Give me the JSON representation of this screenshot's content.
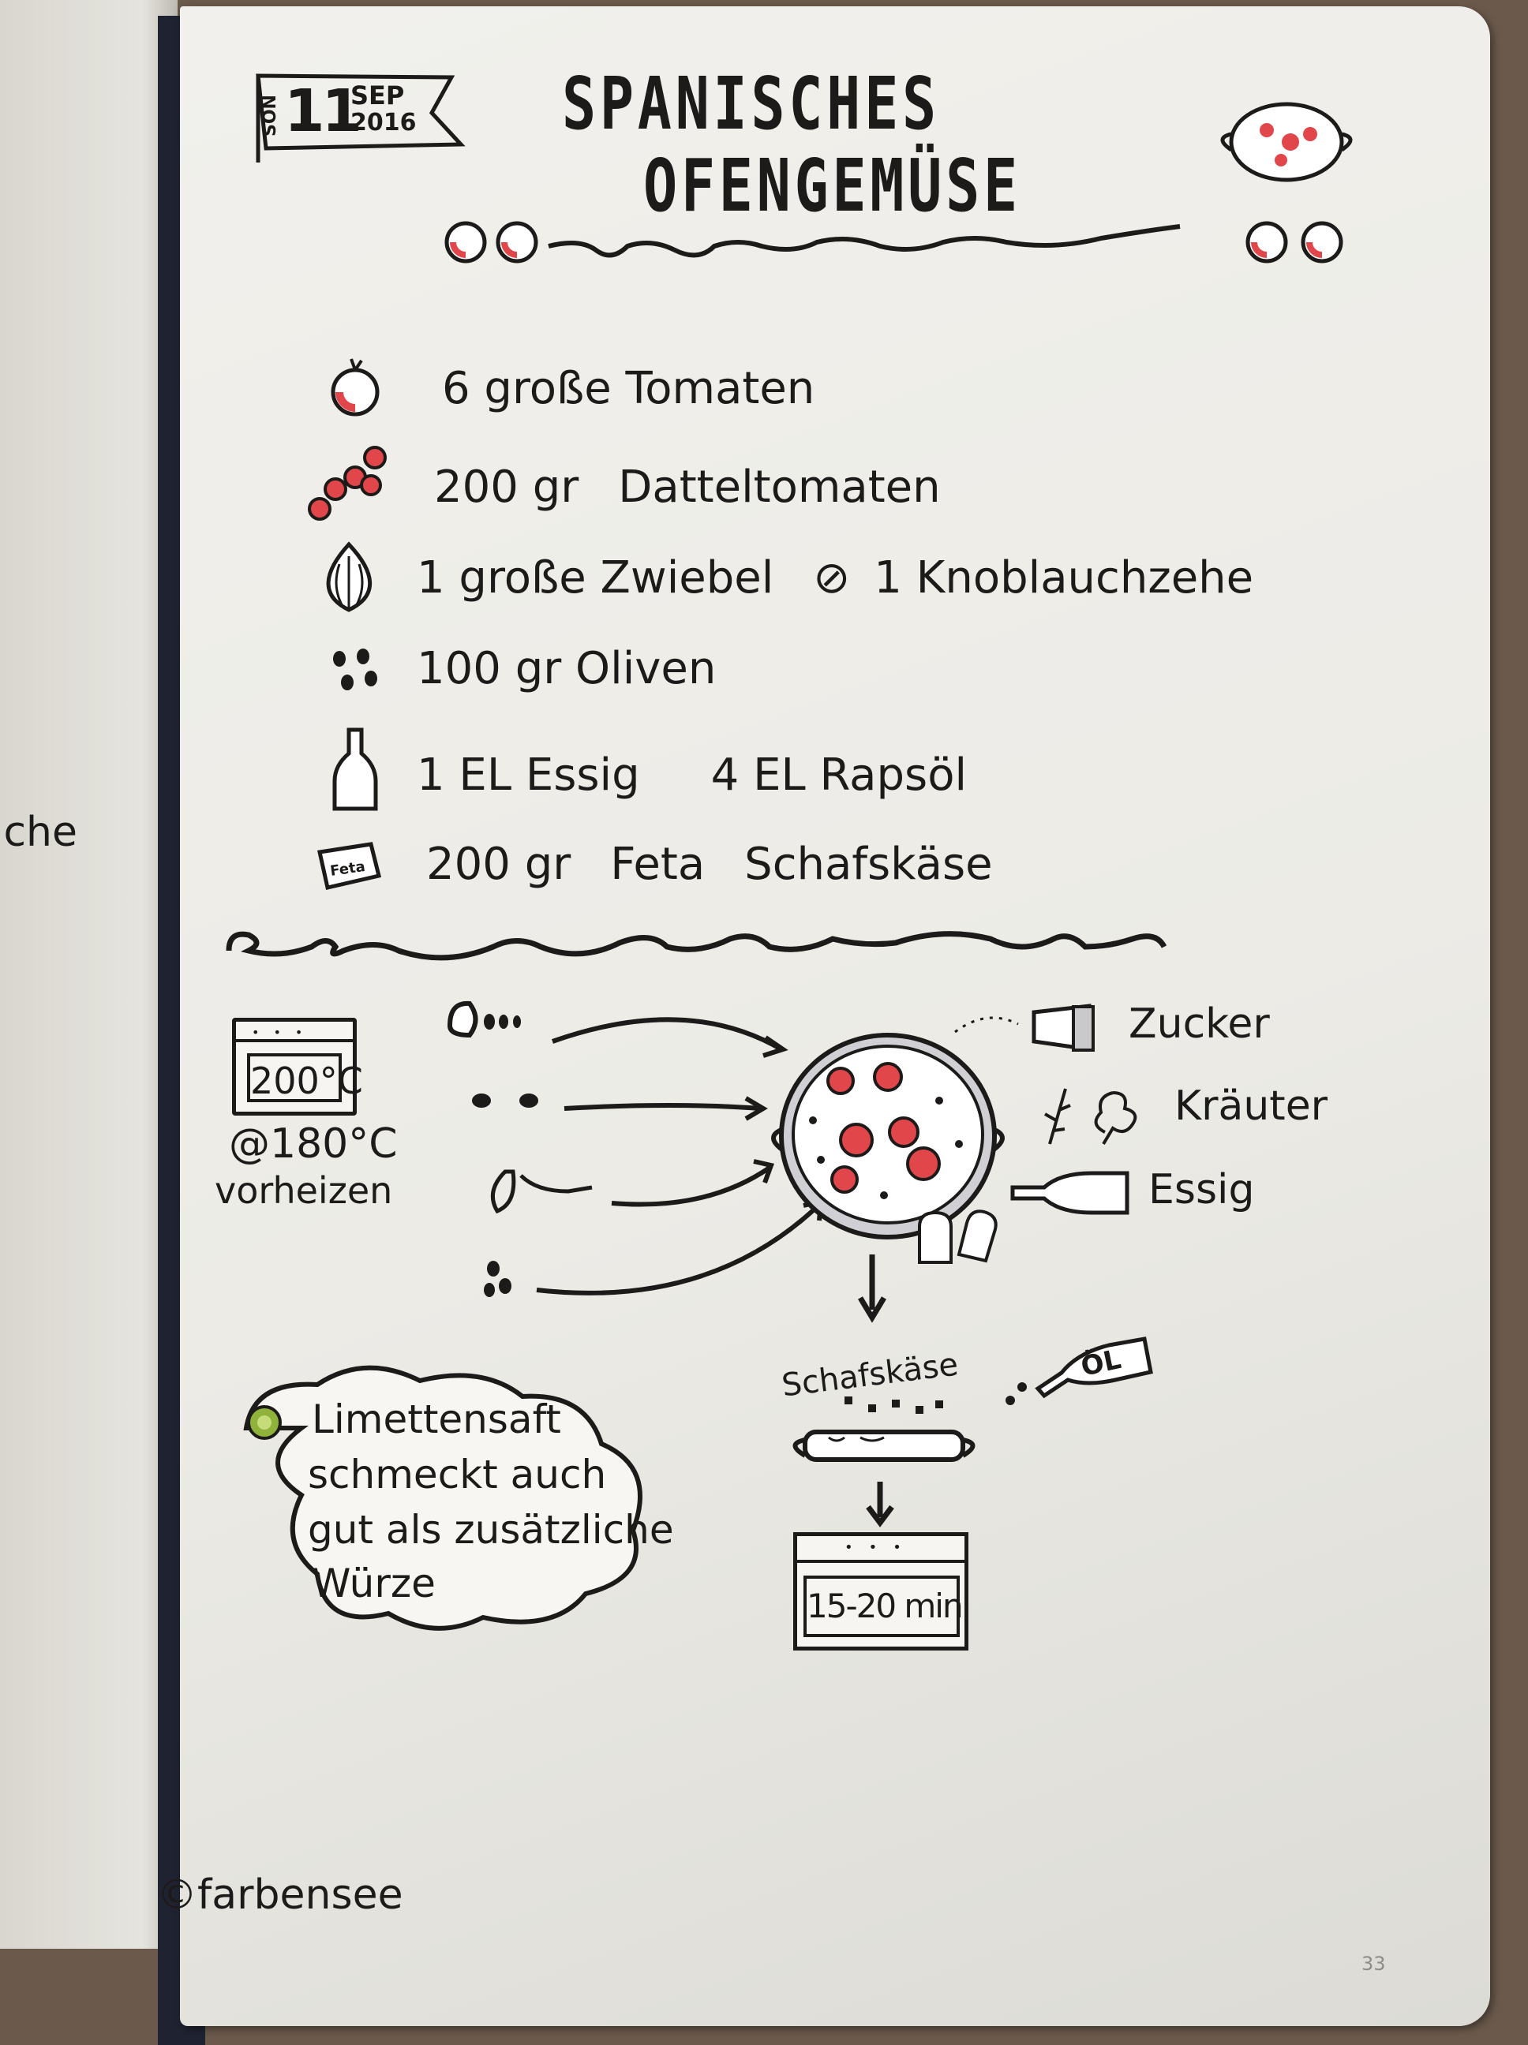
{
  "left_page": {
    "partial_text": "iche"
  },
  "date": {
    "weekday": "SON",
    "day": "11",
    "month": "SEP",
    "year": "2016"
  },
  "title": {
    "line1": "SPANISCHES",
    "line2": "OFENGEMÜSE"
  },
  "ingredients": [
    {
      "icon": "tomato-icon",
      "parts": [
        "6 große Tomaten"
      ]
    },
    {
      "icon": "cherry-tomatoes-icon",
      "parts": [
        "200 gr",
        "Datteltomaten"
      ]
    },
    {
      "icon": "onion-icon",
      "parts": [
        "1 große Zwiebel",
        "1 Knoblauchzehe"
      ]
    },
    {
      "icon": "olives-icon",
      "parts": [
        "100 gr Oliven"
      ]
    },
    {
      "icon": "bottle-icon",
      "parts": [
        "1 EL Essig",
        "4 EL Rapsöl"
      ]
    },
    {
      "icon": "feta-icon",
      "parts": [
        "200 gr",
        "Feta",
        "Schafskäse"
      ],
      "icon_label": "Feta"
    }
  ],
  "steps": {
    "oven_temp": "200°C",
    "convection": "@180°C",
    "preheat": "vorheizen",
    "additions": [
      "Zucker",
      "Kräuter",
      "Essig"
    ],
    "topping": "Schafskäse",
    "oil_label": "ÖL",
    "bake_time": "15-20 min"
  },
  "tip": {
    "lines": [
      "Limettensaft",
      "schmeckt auch",
      "gut als zusätzliche",
      "Würze"
    ]
  },
  "credit": "©farbensee",
  "page_number": "33",
  "colors": {
    "ink": "#1d1b1a",
    "tomato": "#e0464a",
    "lime": "#8fb23a",
    "paper": "#efeeea"
  }
}
